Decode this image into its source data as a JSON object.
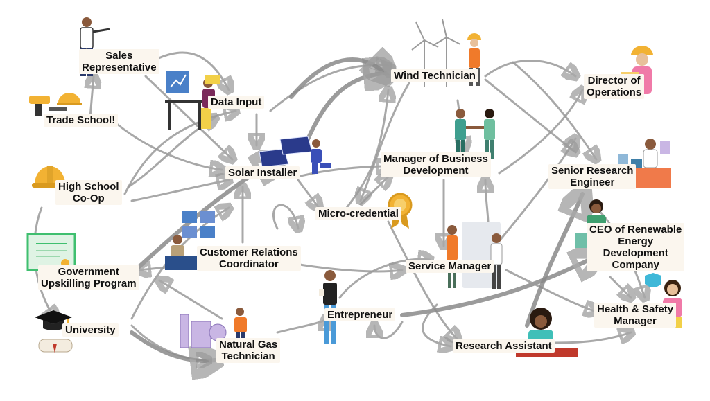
{
  "nodes": {
    "sales_rep": "Sales\nRepresentative",
    "trade_school": "Trade School!",
    "high_school": "High School\nCo-Op",
    "gov_upskilling": "Government\nUpskilling Program",
    "university": "University",
    "data_input": "Data Input",
    "solar_installer": "Solar Installer",
    "customer_relations": "Customer Relations\nCoordinator",
    "natural_gas": "Natural Gas\nTechnician",
    "micro_credential": "Micro-credential",
    "entrepreneur": "Entrepreneur",
    "wind_technician": "Wind Technician",
    "manager_bd": "Manager of Business\nDevelopment",
    "service_manager": "Service Manager",
    "research_assistant": "Research Assistant",
    "director_ops": "Director of\nOperations",
    "senior_research": "Senior Research\nEngineer",
    "ceo_renewable": "CEO of Renewable\nEnergy\nDevelopment\nCompany",
    "health_safety": "Health & Safety\nManager"
  },
  "colors": {
    "arrow": "#9a9a9a",
    "label_bg": "#fbf6ee",
    "hardhat": "#f2b233",
    "skin": "#8a5a3c",
    "teal": "#3f9f8f",
    "navy": "#2a3a6b"
  },
  "icons": [
    "person-presenting-icon",
    "tools-icon",
    "hardhat-icon",
    "certificate-icon",
    "graduation-cap-icon",
    "diploma-scroll-icon",
    "desk-worker-icon",
    "solar-panel-icon",
    "video-call-icon",
    "gas-plant-icon",
    "award-ribbon-icon",
    "entrepreneur-person-icon",
    "wind-turbine-icon",
    "handshake-icon",
    "service-team-icon",
    "reading-woman-icon",
    "director-woman-icon",
    "lab-engineer-icon",
    "ceo-man-icon",
    "safety-woman-icon"
  ]
}
